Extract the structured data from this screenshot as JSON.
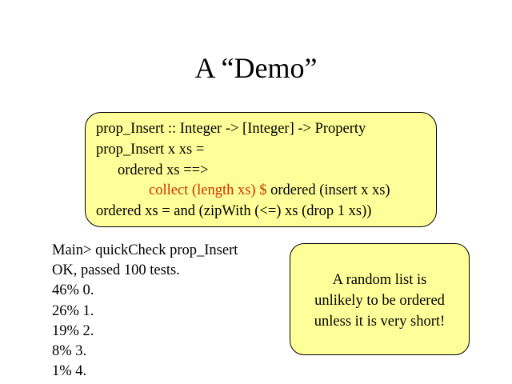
{
  "title": "A “Demo”",
  "code": {
    "line1": "prop_Insert :: Integer -> [Integer] -> Property",
    "line2": "prop_Insert x xs =",
    "line3": "ordered xs ==>",
    "line4_highlight": "collect (length xs) $",
    "line4_rest": " ordered (insert x xs)",
    "line5": "ordered xs = and (zipWith (<=) xs (drop 1 xs))",
    "highlight_color": "#cc3300",
    "box_color": "#ffff99"
  },
  "output": {
    "lines": [
      "Main> quickCheck prop_Insert",
      "OK, passed 100 tests.",
      "46% 0.",
      "26% 1.",
      "19% 2.",
      "8% 3.",
      "1% 4."
    ]
  },
  "note": {
    "lines": [
      "A random list is",
      "unlikely to be ordered",
      "unless it is very short!"
    ],
    "box_color": "#ffff99"
  }
}
